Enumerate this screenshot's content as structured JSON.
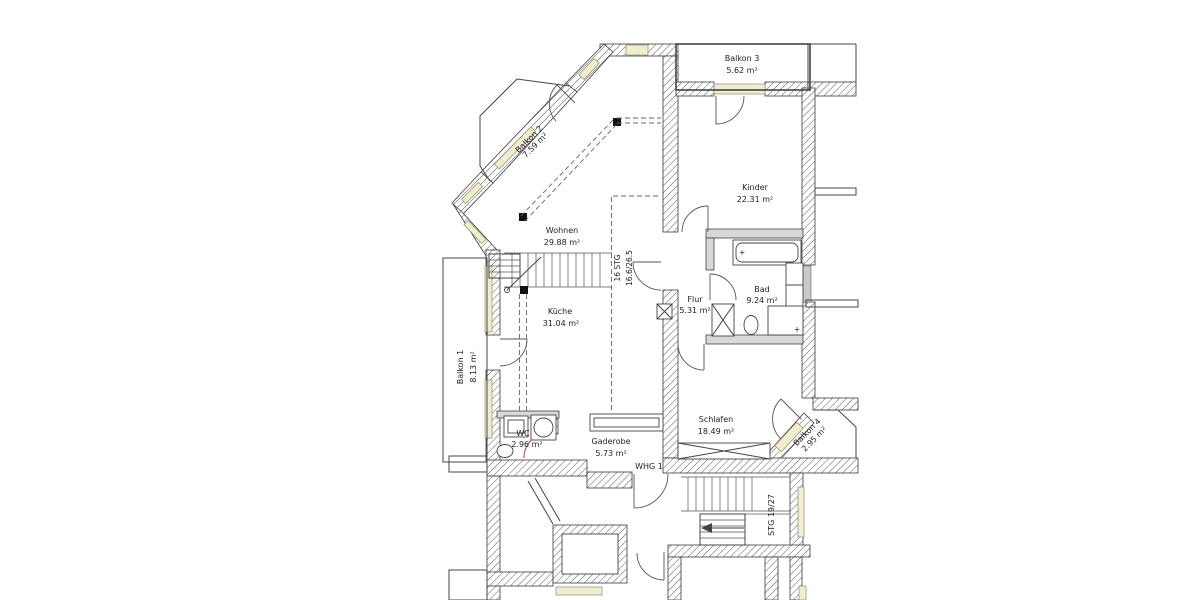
{
  "plan": {
    "unit_label": "WHG 1",
    "rooms": {
      "balkon3": {
        "name": "Balkon 3",
        "area": "5.62 m²"
      },
      "balkon2": {
        "name": "Balkon 2",
        "area": "7.59 m²"
      },
      "balkon1": {
        "name": "Balkon 1",
        "area": "8.13 m²"
      },
      "balkon4": {
        "name": "Balkon 4",
        "area": "2.95 m²"
      },
      "kinder": {
        "name": "Kinder",
        "area": "22.31 m²"
      },
      "wohnen": {
        "name": "Wohnen",
        "area": "29.88 m²"
      },
      "kueche": {
        "name": "Küche",
        "area": "31.04 m²"
      },
      "flur": {
        "name": "Flur",
        "area": "5.31 m²"
      },
      "bad": {
        "name": "Bad",
        "area": "9.24 m²"
      },
      "wc": {
        "name": "WC",
        "area": "2.96 m²"
      },
      "gaderobe": {
        "name": "Gaderobe",
        "area": "5.73 m²"
      },
      "schlafen": {
        "name": "Schlafen",
        "area": "18.49 m²"
      }
    },
    "stairs": {
      "internal": {
        "line1": "16 STG",
        "line2": "16.6/26.5"
      },
      "stairwell": {
        "label": "STG 19/27"
      }
    },
    "markers": {
      "plus": "+"
    },
    "colors": {
      "wall_hatch": "#5a5a5a",
      "window_fill": "#f0eecf",
      "thin_wall_fill": "#d8d8d8",
      "door_red": "#bb4444",
      "line": "#444444"
    }
  }
}
